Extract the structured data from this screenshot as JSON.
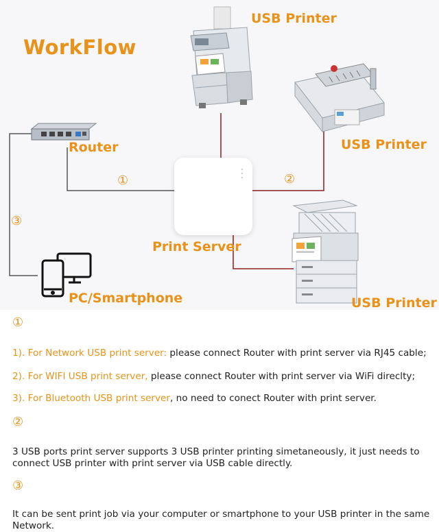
{
  "diagram": {
    "title": "WorkFlow",
    "printer_top_label": "USB Printer",
    "printer_mid_label": "USB Printer",
    "printer_bottom_label": "USB Printer",
    "router_label": "Router",
    "server_label": "Print Server",
    "pc_label": "PC/Smartphone",
    "num_1": "①",
    "num_2": "②",
    "num_3": "③",
    "line_color": "#8b1d1d",
    "accent": "#e8921a"
  },
  "notes": {
    "section1_marker": "①",
    "item1_prefix": "1). ",
    "item1_highlight": "For Network USB print server:",
    "item1_rest": " please connect Router with print server via RJ45 cable;",
    "item2_prefix": "2). ",
    "item2_highlight": "For WIFI USB print server,",
    "item2_rest": " please connect Router with print server via WiFi direclty;",
    "item3_prefix": "3). ",
    "item3_highlight": "For Bluetooth USB print server",
    "item3_rest": ", no need to conect Router with print server.",
    "section2_marker": "②",
    "section2_text": "3 USB ports print server supports 3 USB printer printing simetaneously, it just needs to connect USB printer with print server via USB cable directly.",
    "section3_marker": "③",
    "section3_text": "It can be sent print job via your computer or smartphone to your USB printer in the same Network."
  }
}
